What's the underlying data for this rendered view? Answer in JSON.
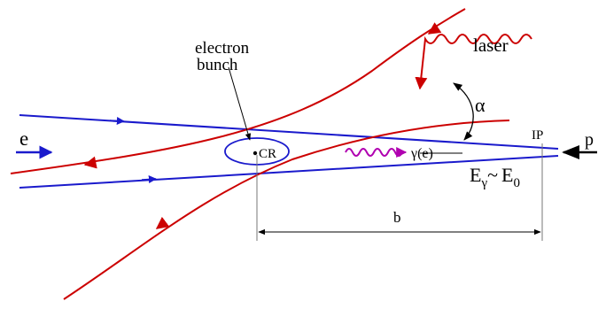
{
  "labels": {
    "electron_bunch_line1": "electron",
    "electron_bunch_line2": "bunch",
    "laser": "laser",
    "alpha": "α",
    "e": "e",
    "p": "p",
    "ip": "IP",
    "cr": "CR",
    "gamma_e": "γ(e)",
    "energy_E": "E",
    "energy_gamma_sub": "γ",
    "energy_tilde": "~",
    "energy_E0_base": "E",
    "energy_E0_sub": "0",
    "distance_b": "b"
  },
  "colors": {
    "electron_trajectory": "#cc0000",
    "beam": "#1a1acc",
    "photon": "#b000b0",
    "dimension": "#000000"
  }
}
